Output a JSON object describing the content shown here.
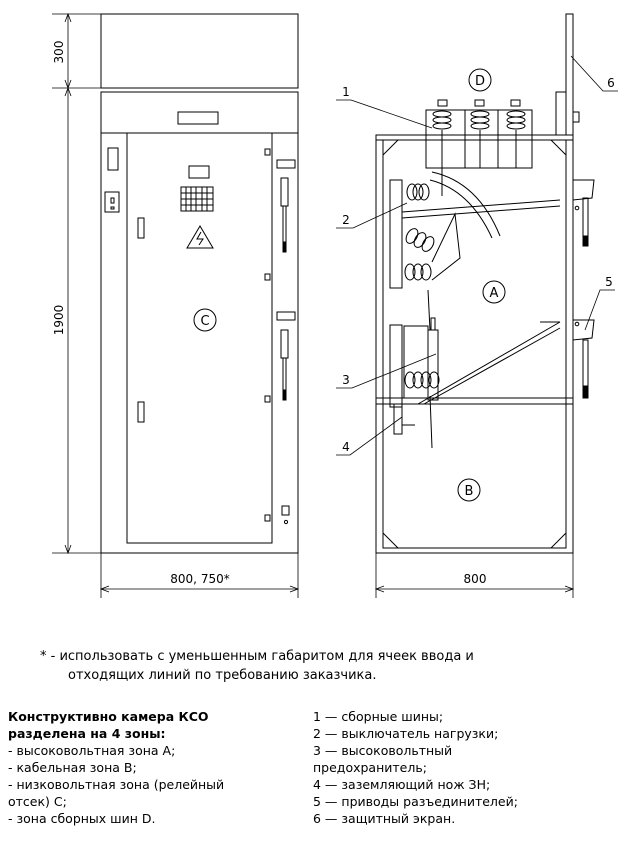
{
  "dimensions": {
    "top_height": "300",
    "cabinet_height": "1900",
    "front_width": "800, 750*",
    "side_width": "800"
  },
  "zone_labels": {
    "A": "A",
    "B": "B",
    "C": "C",
    "D": "D"
  },
  "callouts": [
    "1",
    "2",
    "3",
    "4",
    "5",
    "6"
  ],
  "footnote": {
    "line1": "* - использовать с уменьшенным габаритом для ячеек ввода и",
    "line2": "отходящих линий по требованию заказчика."
  },
  "zones_text": {
    "heading1": "Конструктивно камера КСО",
    "heading2": "разделена на 4 зоны:",
    "items": [
      "- высоковольтная зона А;",
      "- кабельная зона В;",
      "- низковольтная зона (релейный",
      "отсек) С;",
      "- зона сборных шин D."
    ]
  },
  "legend_text": {
    "items": [
      "1 — сборные шины;",
      "2 — выключатель нагрузки;",
      "3 — высоковольтный",
      "предохранитель;",
      "4 — заземляющий нож ЗН;",
      "5 — приводы разъединителей;",
      "6 — защитный экран."
    ]
  }
}
